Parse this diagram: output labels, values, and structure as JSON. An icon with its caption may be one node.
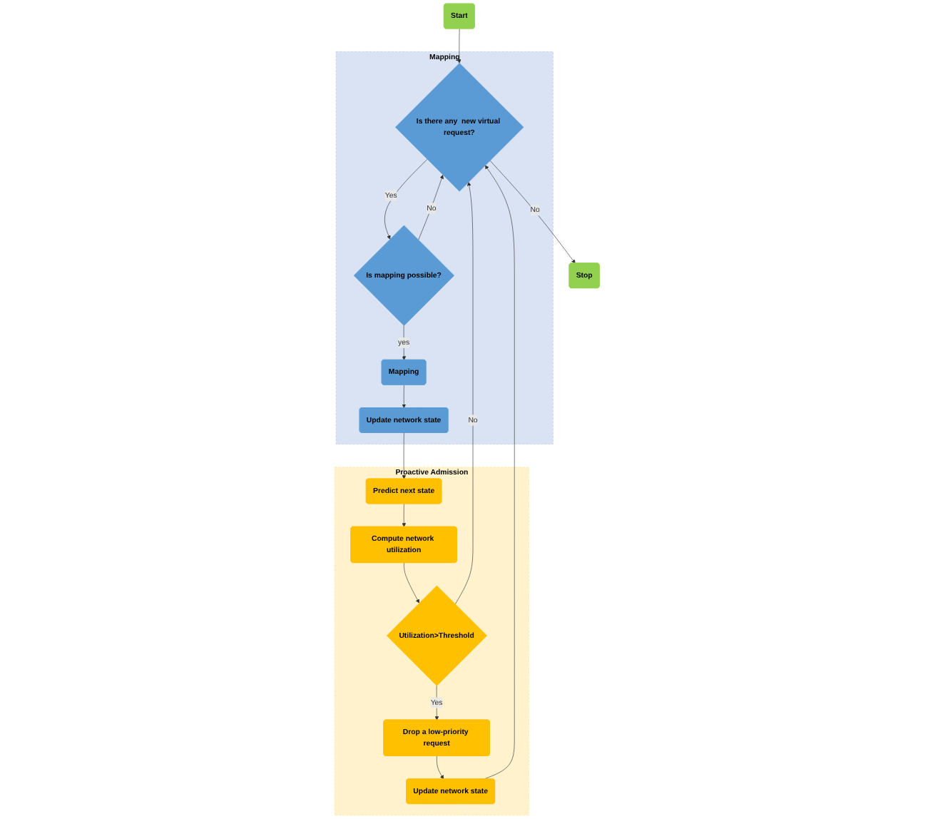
{
  "diagram": {
    "nodes": [
      {
        "text": [
          "Start"
        ]
      },
      {
        "text": [
          "Stop"
        ]
      },
      {
        "text": [
          "Mapping"
        ]
      },
      {
        "text": [
          "Is there any  new virtual request?"
        ],
        "in": 2
      },
      {
        "text": [
          "Is mapping possible?"
        ],
        "in": 2
      },
      {
        "text": [
          "Mapping"
        ],
        "in": 2
      },
      {
        "text": [
          "Update network state"
        ],
        "in": 2
      },
      {
        "text": [
          "Proactive Admission"
        ]
      },
      {
        "text": [
          "Predict next state"
        ],
        "in": 7
      },
      {
        "text": [
          "Compute network utilization"
        ],
        "in": 7
      },
      {
        "text": [
          "Utilization>Threshold"
        ],
        "in": 7
      },
      {
        "text": [
          "Drop a low-priority request"
        ],
        "in": 7
      },
      {
        "text": [
          "Update network state"
        ],
        "in": 7
      }
    ],
    "edges": [
      {
        "from": 0,
        "to": 3,
        "arrow": "to"
      },
      {
        "from": 3,
        "to": 4,
        "arrow": "to",
        "label": "Yes"
      },
      {
        "from": 3,
        "to": 1,
        "arrow": "to",
        "label": "No"
      },
      {
        "from": 4,
        "to": 5,
        "arrow": "to",
        "label": "yes"
      },
      {
        "from": 4,
        "to": 3,
        "arrow": "to",
        "label": "No"
      },
      {
        "from": 5,
        "to": 6,
        "arrow": "to"
      },
      {
        "from": 6,
        "to": 8,
        "arrow": "to"
      },
      {
        "from": 8,
        "to": 9,
        "arrow": "to"
      },
      {
        "from": 9,
        "to": 10,
        "arrow": "to"
      },
      {
        "from": 10,
        "to": 11,
        "arrow": "to",
        "label": "Yes"
      },
      {
        "from": 11,
        "to": 12,
        "arrow": "to"
      },
      {
        "from": 12,
        "to": 3,
        "arrow": "to"
      },
      {
        "from": 10,
        "to": 3,
        "arrow": "to",
        "label": "No"
      }
    ]
  }
}
